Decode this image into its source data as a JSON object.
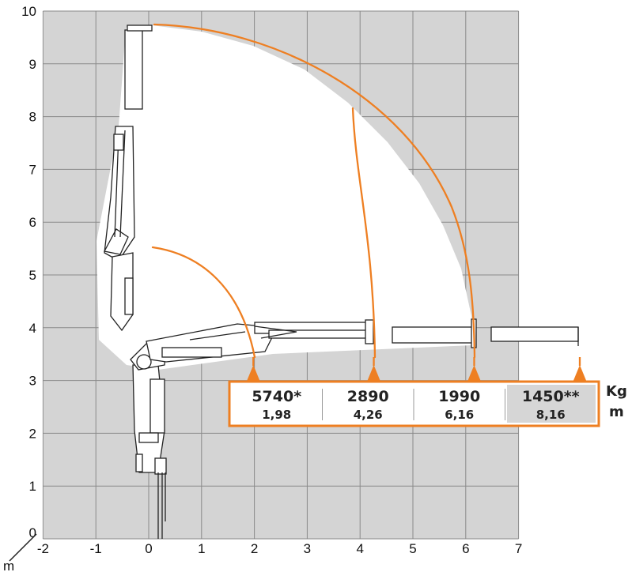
{
  "chart_data": {
    "type": "diagram",
    "x_axis": {
      "ticks": [
        "-2",
        "-1",
        "0",
        "1",
        "2",
        "3",
        "4",
        "5",
        "6",
        "7"
      ],
      "range": [
        -2,
        7
      ]
    },
    "y_axis": {
      "ticks": [
        "0",
        "1",
        "2",
        "3",
        "4",
        "5",
        "6",
        "7",
        "8",
        "9",
        "10"
      ],
      "range": [
        0,
        10
      ]
    },
    "axis_unit": "m",
    "capacities": [
      {
        "load": "5740*",
        "radius": "1,98",
        "x": 1.98,
        "highlight": false
      },
      {
        "load": "2890",
        "radius": "4,26",
        "x": 4.26,
        "highlight": false
      },
      {
        "load": "1990",
        "radius": "6,16",
        "x": 6.16,
        "highlight": false
      },
      {
        "load": "1450**",
        "radius": "8,16",
        "x": 8.16,
        "highlight": true
      }
    ],
    "units": {
      "load": "Kg",
      "radius": "m"
    },
    "colors": {
      "grid_bg": "#d4d4d4",
      "grid_line": "#8a8a8a",
      "accent": "#ee7f22",
      "highlight_cell": "#d6d6d6"
    }
  }
}
